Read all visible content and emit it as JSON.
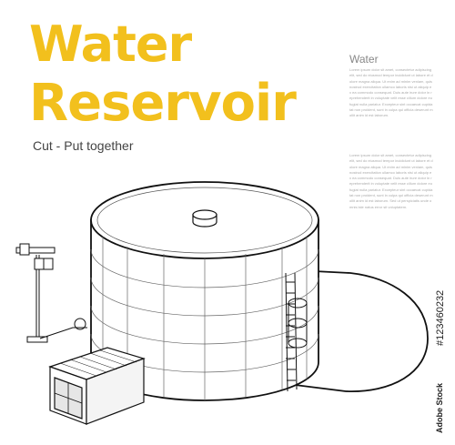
{
  "heading": {
    "line1": "Water",
    "line2": "Reservoir",
    "subtitle": "Cut - Put together",
    "accent_color": "#f2c01d"
  },
  "side_text": {
    "heading": "Water",
    "paragraph1": "Lorem ipsum dolor sit amet, consectetur adipiscing elit, sed do eiusmod tempor incididunt ut labore et dolore magna aliqua. Ut enim ad minim veniam, quis nostrud exercitation ullamco laboris nisi ut aliquip ex ea commodo consequat. Duis aute irure dolor in reprehenderit in voluptate velit esse cillum dolore eu fugiat nulla pariatur. Excepteur sint occaecat cupidatat non proident, sunt in culpa qui officia deserunt mollit anim id est laborum.",
    "paragraph2": "Lorem ipsum dolor sit amet, consectetur adipiscing elit, sed do eiusmod tempor incididunt ut labore et dolore magna aliqua. Ut enim ad minim veniam, quis nostrud exercitation ullamco laboris nisi ut aliquip ex ea commodo consequat. Duis aute irure dolor in reprehenderit in voluptate velit esse cillum dolore eu fugiat nulla pariatur. Excepteur sint occaecat cupidatat non proident, sunt in culpa qui officia deserunt mollit anim id est laborum. Sed ut perspiciatis unde omnis iste natus error sit voluptatem."
  },
  "illustration": {
    "subject": "water-reservoir-tank-icon",
    "parts": [
      "tank-roof-hatch-icon",
      "tank-ladder-icon",
      "floodlight-pole-icon",
      "pump-house-icon",
      "tank-shadow"
    ],
    "line_color": "#111111",
    "fill_color": "#ffffff"
  },
  "stock": {
    "code": "#123460232",
    "tag": "Adobe Stock"
  }
}
